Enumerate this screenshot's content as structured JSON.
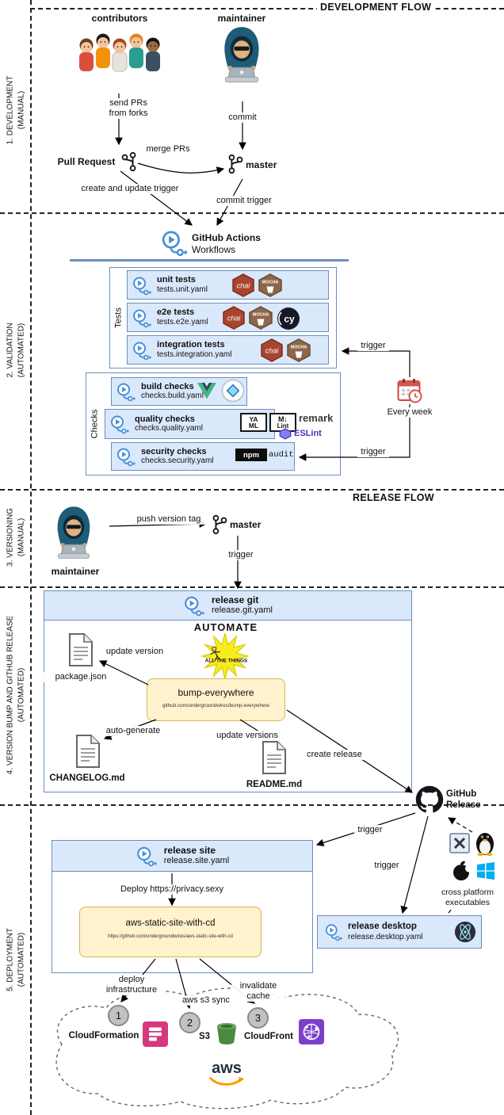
{
  "flow": {
    "development": "DEVELOPMENT FLOW",
    "release": "RELEASE FLOW"
  },
  "sidebar": {
    "s1_line1": "1. DEVELOPMENT",
    "s1_line2": "(MANUAL)",
    "s2_line1": "2. VALIDATION",
    "s2_line2": "(AUTOMATED)",
    "s3_line1": "3. VERSIONING",
    "s3_line2": "(MANUAL)",
    "s4_line1": "4. VERSION BUMP AND GITHUB RELEASE",
    "s4_line2": "(AUTOMATED)",
    "s5_line1": "5. DEPLOYMENT",
    "s5_line2": "(AUTOMATED)"
  },
  "development": {
    "contributors_label": "contributors",
    "maintainer_label": "maintainer",
    "send_prs_label": "send PRs from forks",
    "commit_label": "commit",
    "pull_request_label": "Pull Request",
    "merge_prs_label": "merge PRs",
    "master_label": "master",
    "create_update_trigger_label": "create and update trigger",
    "commit_trigger_label": "commit trigger"
  },
  "validation": {
    "github_actions_title": "GitHub Actions",
    "github_actions_subtitle": "Workflows",
    "tests_group_label": "Tests",
    "checks_group_label": "Checks",
    "tests": [
      {
        "title": "unit tests",
        "file": "tests.unit.yaml"
      },
      {
        "title": "e2e tests",
        "file": "tests.e2e.yaml"
      },
      {
        "title": "integration tests",
        "file": "tests.integration.yaml"
      }
    ],
    "checks": [
      {
        "title": "build checks",
        "file": "checks.build.yaml"
      },
      {
        "title": "quality checks",
        "file": "checks.quality.yaml"
      },
      {
        "title": "security checks",
        "file": "checks.security.yaml"
      }
    ],
    "trigger_tests_label": "trigger",
    "trigger_checks_label": "trigger",
    "every_week_label": "Every week"
  },
  "icon_text": {
    "chai": "chai",
    "mocha": "MOCHA",
    "cypress": "cy",
    "yaml_line1": "YA",
    "yaml_line2": "ML",
    "mdlint_line1": "M↓",
    "mdlint_line2": "Lint",
    "remark": "remark",
    "eslint": "ESLint",
    "npm": "npm",
    "audit": "audit"
  },
  "versioning": {
    "maintainer_label": "maintainer",
    "push_version_tag_label": "push version tag",
    "master_label": "master",
    "trigger_label": "trigger"
  },
  "version_bump": {
    "workflow_title": "release git",
    "workflow_file": "release.git.yaml",
    "update_version_label": "update version",
    "package_json_label": "package.json",
    "meme_title": "AUTOMATE",
    "meme_banner": "ALL THE THINGS",
    "bump_title": "bump-everywhere",
    "bump_subtitle": "github.com/undergroundwires/bump-everywhere",
    "auto_generate_label": "auto-generate",
    "changelog_label": "CHANGELOG.md",
    "update_versions_label": "update versions",
    "readme_label": "README.md",
    "create_release_label": "create release",
    "github_release_line1": "GitHub",
    "github_release_line2": "Release"
  },
  "deployment": {
    "site_title": "release site",
    "site_file": "release.site.yaml",
    "deploy_label": "Deploy https://privacy.sexy",
    "aws_cd_title": "aws-static-site-with-cd",
    "aws_cd_subtitle": "https://github.com/undergroundwires/aws-static-site-with-cd",
    "trigger_site_label": "trigger",
    "trigger_desktop_label": "trigger",
    "cross_platform_line1": "cross platform",
    "cross_platform_line2": "executables",
    "desktop_title": "release desktop",
    "desktop_file": "release.desktop.yaml",
    "deploy_infrastructure_label": "deploy infrastructure",
    "aws_s3_sync_label": "aws s3 sync",
    "invalidate_cache_label": "invalidate cache",
    "step_1": "1",
    "step_2": "2",
    "step_3": "3",
    "cloudformation_label": "CloudFormation",
    "s3_label": "S3",
    "cloudfront_label": "CloudFront",
    "aws_logo_text": "aws"
  },
  "colors": {
    "workflow_fill": "#dae8fc",
    "workflow_border": "#6c8ebf",
    "highlight_fill": "#fff2cc",
    "highlight_border": "#d6b656"
  }
}
